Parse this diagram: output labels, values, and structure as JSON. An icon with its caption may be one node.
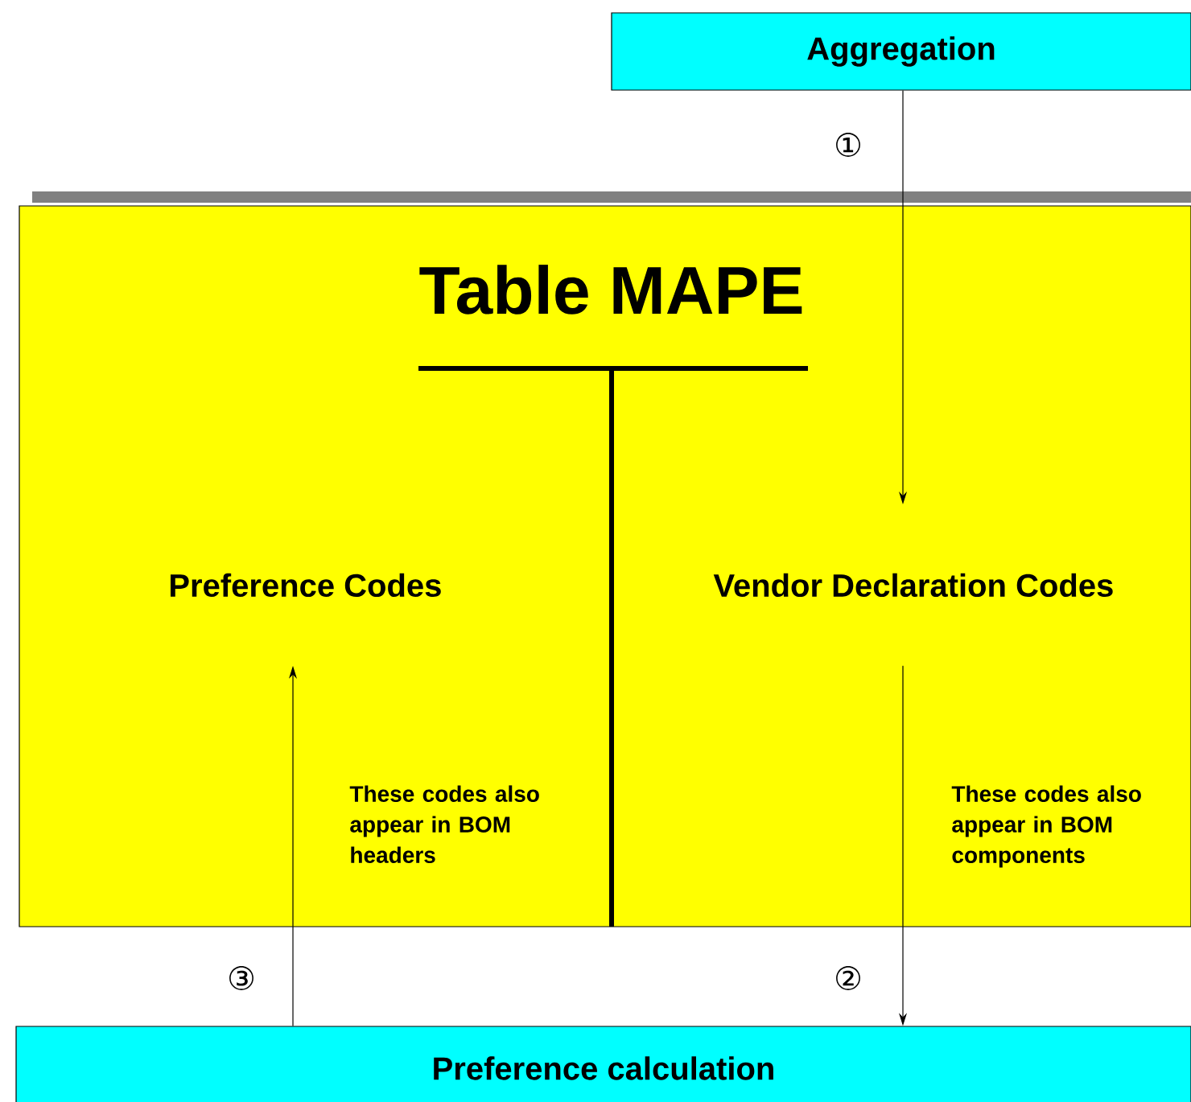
{
  "diagram": {
    "nodes": [
      {
        "text": [
          "Aggregation"
        ]
      },
      {
        "text": [
          "Table MAPE"
        ]
      },
      {
        "text": [
          "Preference Codes"
        ],
        "in": 1
      },
      {
        "text": [
          "Vendor Declaration Codes"
        ],
        "in": 1
      },
      {
        "text": [
          "Preference calculation"
        ]
      }
    ],
    "edges": [
      {
        "from": 0,
        "to": 3,
        "arrow": "to",
        "label": "①"
      },
      {
        "from": 3,
        "to": 4,
        "arrow": "to",
        "label": "②"
      },
      {
        "from": 4,
        "to": 2,
        "arrow": "to",
        "label": "③"
      }
    ],
    "labels": [
      "These codes also appear in BOM headers",
      "These codes also appear in BOM components"
    ]
  }
}
